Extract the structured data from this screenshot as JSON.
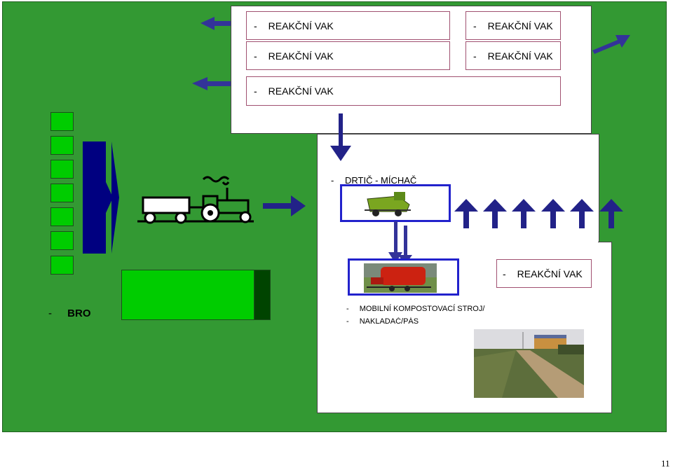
{
  "reaction_bags": {
    "bullet": "-",
    "top_left_1": "REAKČNÍ VAK",
    "top_right_1": "REAKČNÍ VAK",
    "top_left_2": "REAKČNÍ VAK",
    "top_right_2": "REAKČNÍ VAK",
    "top_wide": "REAKČNÍ VAK",
    "lower_right": "REAKČNÍ VAK"
  },
  "middle_panel": {
    "bullet": "-",
    "shredder_mixer": "DRTIČ - MÍCHAČ"
  },
  "bottom_panel": {
    "bullet": "-",
    "composting_machine": "MOBILNÍ KOMPOSTOVACÍ STROJ/",
    "loader_belt": "NAKLADAČ/PÁS"
  },
  "left": {
    "bullet": "-",
    "bro_label": "BRO"
  },
  "page_number": "11",
  "colors": {
    "background_green": "#339933",
    "arrow_navy": "#222288",
    "waste_block": "#00cc00",
    "frame_blue": "#2222cc"
  }
}
